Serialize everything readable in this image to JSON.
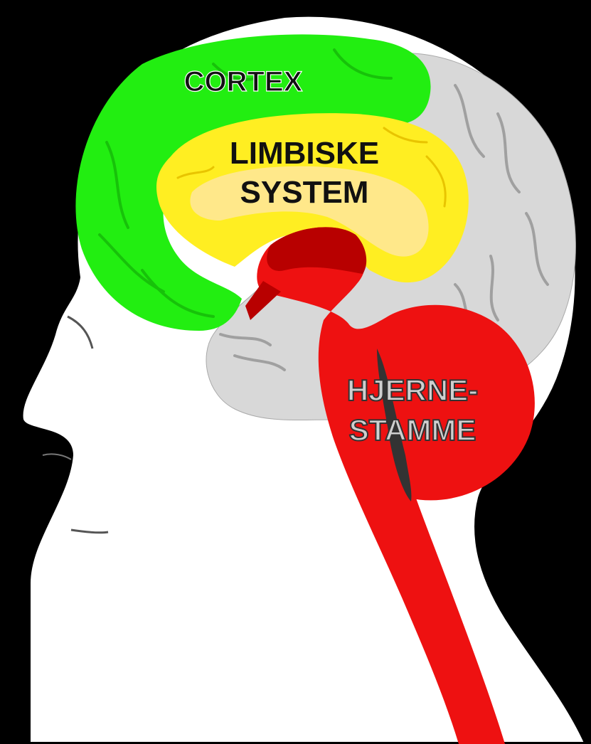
{
  "labels": {
    "cortex": "CORTEX",
    "limbic_line1": "LIMBISKE",
    "limbic_line2": "SYSTEM",
    "brainstem_line1": "HJERNE-",
    "brainstem_line2": "STAMME"
  },
  "colors": {
    "background": "#000000",
    "head": "#ffffff",
    "outline": "#000000",
    "cortex": "#22ee11",
    "limbic": "#ffee22",
    "limbic_inner": "#ffe88a",
    "brain_gray": "#d8d8d8",
    "brainstem": "#ee1111",
    "brainstem_dark": "#b80000",
    "cortex_text": "#111111",
    "brainstem_text": "#cccccc"
  }
}
